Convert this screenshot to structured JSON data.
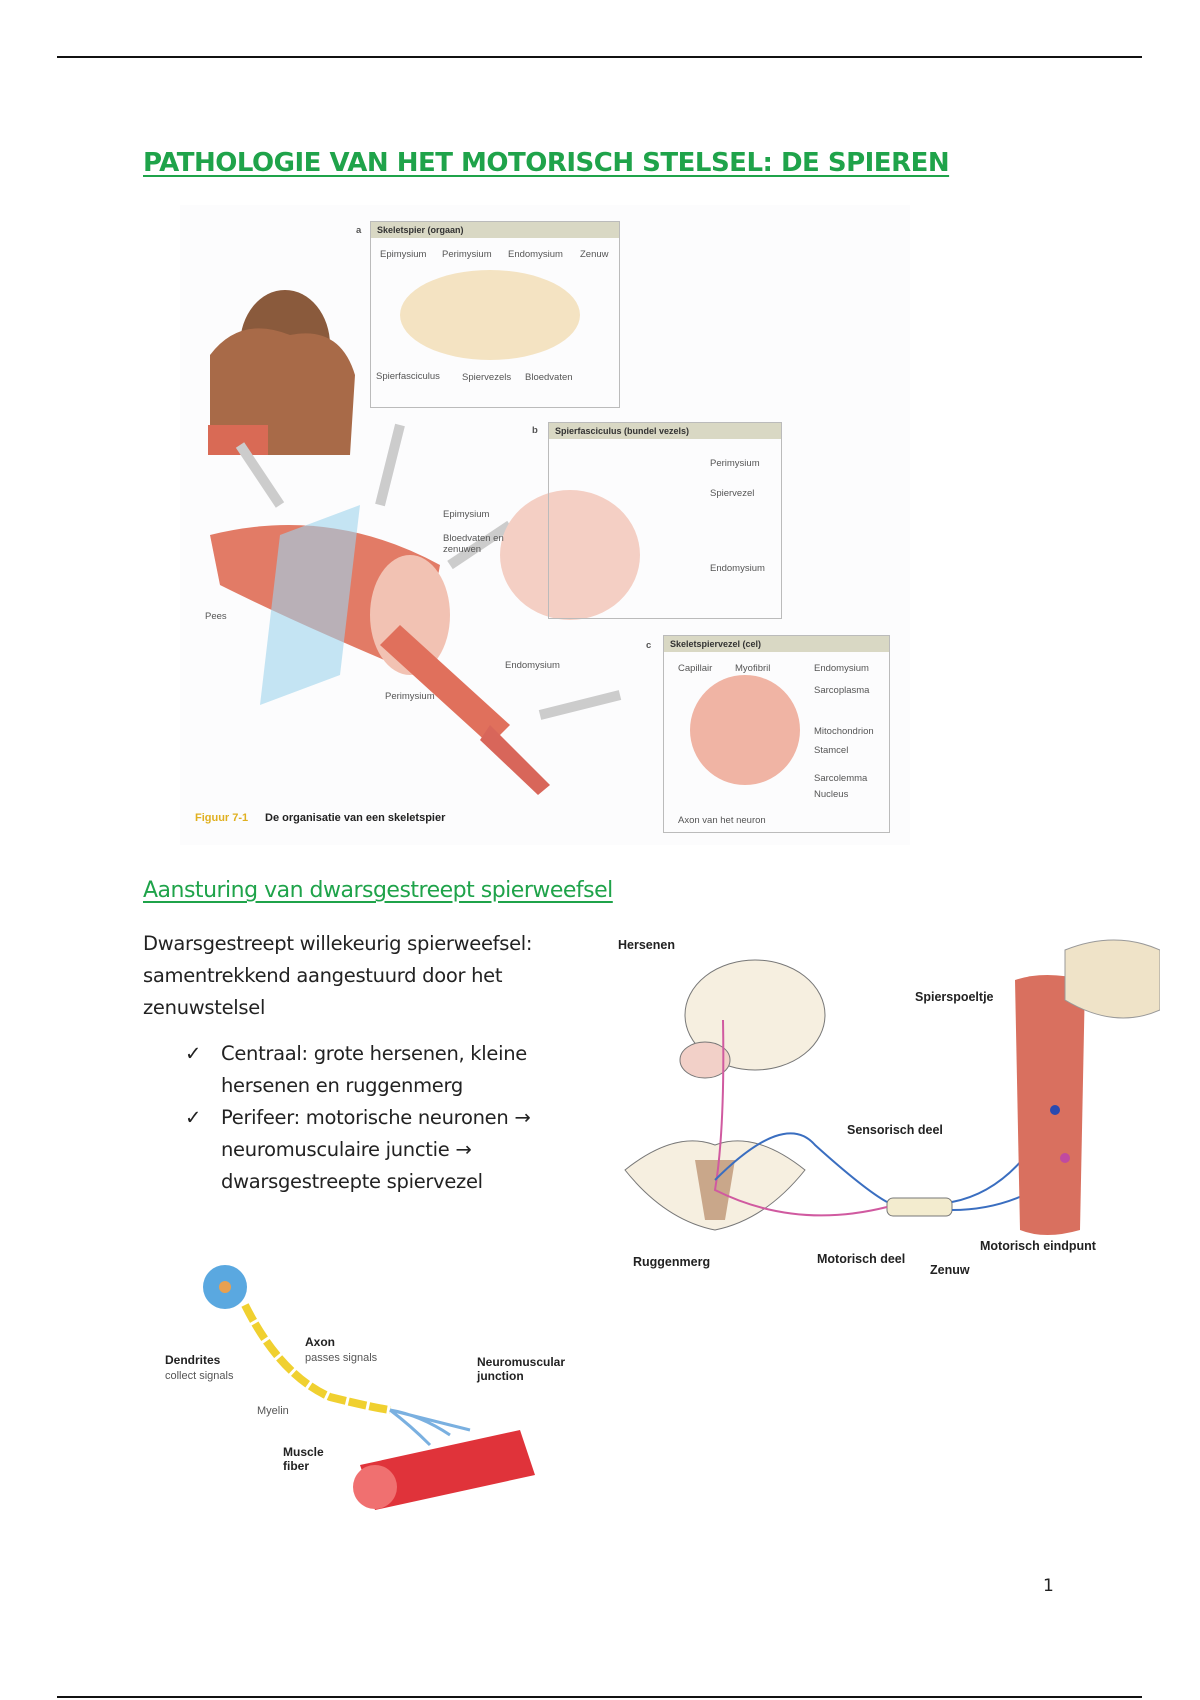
{
  "title": "PATHOLOGIE VAN HET MOTORISCH STELSEL: DE SPIEREN",
  "figure1": {
    "panel_a": {
      "letter": "a",
      "header": "Skeletspier (orgaan)",
      "labels": [
        "Epimysium",
        "Perimysium",
        "Endomysium",
        "Zenuw",
        "Spierfasciculus",
        "Spiervezels",
        "Bloedvaten"
      ]
    },
    "panel_b": {
      "letter": "b",
      "header": "Spierfasciculus (bundel vezels)",
      "labels": [
        "Perimysium",
        "Spiervezel",
        "Endomysium"
      ]
    },
    "panel_c": {
      "letter": "c",
      "header": "Skeletspiervezel (cel)",
      "labels": [
        "Capillair",
        "Myofibril",
        "Endomysium",
        "Sarcoplasma",
        "Mitochondrion",
        "Stamcel",
        "Sarcolemma",
        "Nucleus",
        "Axon van het neuron"
      ]
    },
    "main_labels": {
      "epimysium": "Epimysium",
      "bloedvaten": "Bloedvaten en zenuwen",
      "pees": "Pees",
      "endomysium": "Endomysium",
      "perimysium": "Perimysium"
    },
    "caption_prefix": "Figuur 7-1",
    "caption": "De organisatie van een skeletspier"
  },
  "section": {
    "heading": "Aansturing van dwarsgestreept spierweefsel",
    "intro": "Dwarsgestreept willekeurig spierweefsel: samentrekkend aangestuurd door het zenuwstelsel",
    "bullets": [
      "Centraal: grote hersenen, kleine hersenen en ruggenmerg",
      "Perifeer: motorische neuronen → neuromusculaire junctie → dwarsgestreepte spiervezel"
    ],
    "check": "✓"
  },
  "figure2": {
    "labels": {
      "hersenen": "Hersenen",
      "spierspoeltje": "Spierspoeltje",
      "sensorisch": "Sensorisch deel",
      "ruggenmerg": "Ruggenmerg",
      "motorisch": "Motorisch deel",
      "zenuw": "Zenuw",
      "eindpunt": "Motorisch eindpunt"
    }
  },
  "figure3": {
    "labels": {
      "dendrites": "Dendrites",
      "dendrites_sub": "collect signals",
      "axon": "Axon",
      "axon_sub": "passes signals",
      "nmj": "Neuromuscular junction",
      "myelin": "Myelin",
      "muscle": "Muscle fiber"
    }
  },
  "page_number": "1"
}
